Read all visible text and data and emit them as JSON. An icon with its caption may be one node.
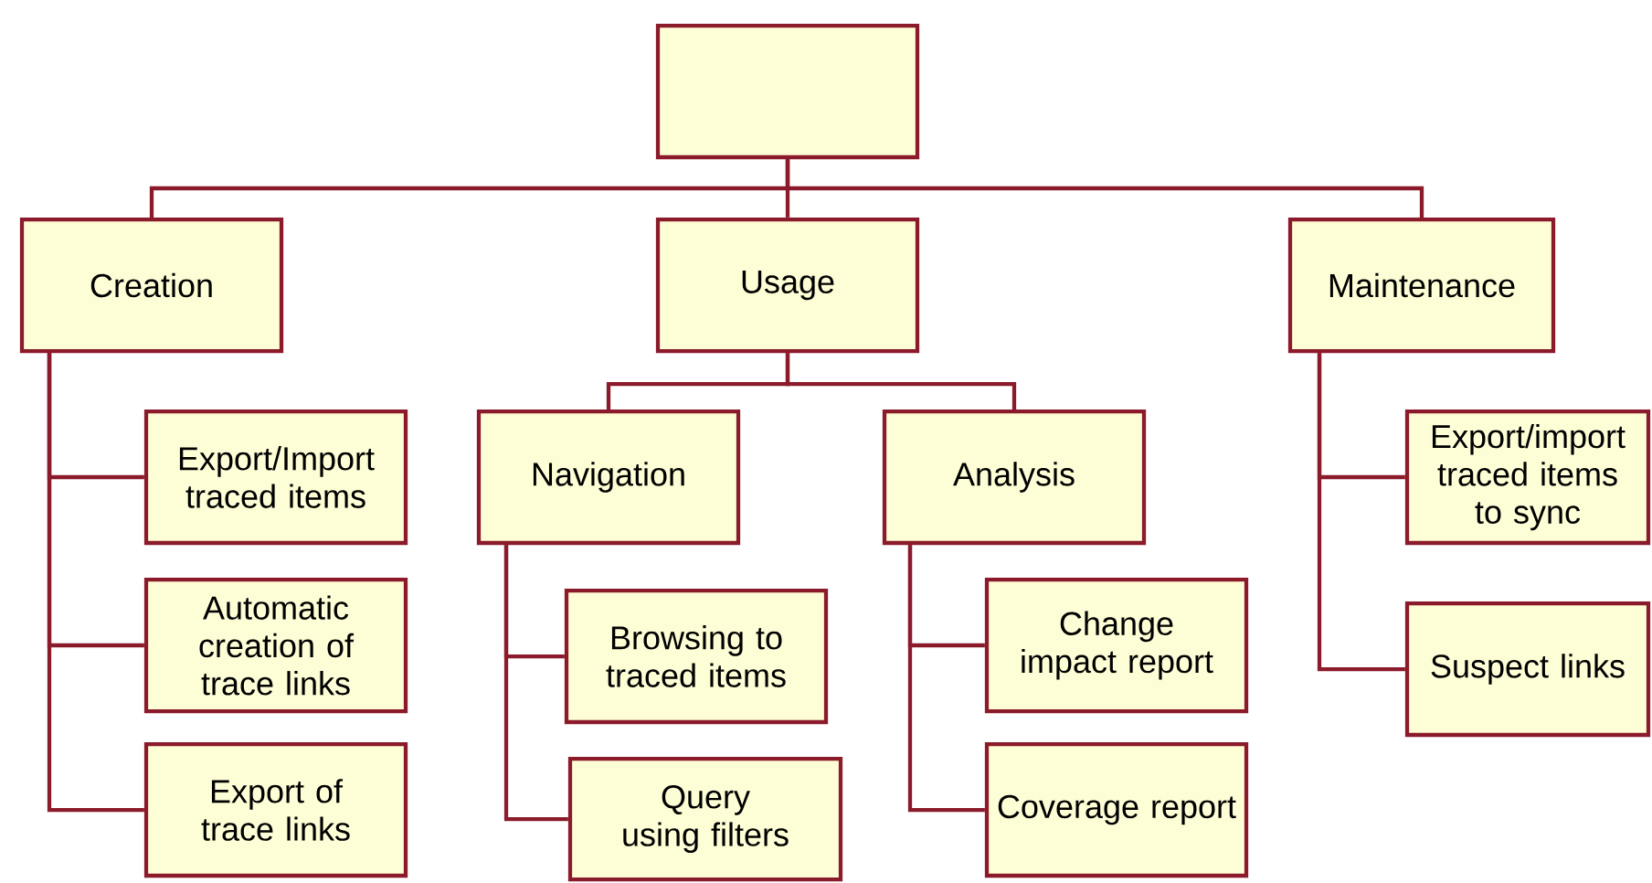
{
  "diagram": {
    "nodes": [
      {
        "text": [],
        "shape": "box"
      },
      {
        "text": [
          "Creation"
        ]
      },
      {
        "text": [
          "Usage"
        ]
      },
      {
        "text": [
          "Maintenance"
        ]
      },
      {
        "text": [
          "Export/Import traced items"
        ]
      },
      {
        "text": [
          "Automatic creation of trace links"
        ]
      },
      {
        "text": [
          "Export of trace links"
        ]
      },
      {
        "text": [
          "Navigation"
        ]
      },
      {
        "text": [
          "Analysis"
        ]
      },
      {
        "text": [
          "Browsing to traced items"
        ]
      },
      {
        "text": [
          "Query using filters"
        ]
      },
      {
        "text": [
          "Change impact report"
        ]
      },
      {
        "text": [
          "Coverage report"
        ]
      },
      {
        "text": [
          "Export/import traced items to sync"
        ]
      },
      {
        "text": [
          "Suspect links"
        ]
      }
    ],
    "edges": [
      {
        "from": 0,
        "to": 1,
        "arrow": "none"
      },
      {
        "from": 0,
        "to": 2,
        "arrow": "none"
      },
      {
        "from": 0,
        "to": 3,
        "arrow": "none"
      },
      {
        "from": 1,
        "to": 4,
        "arrow": "none"
      },
      {
        "from": 1,
        "to": 5,
        "arrow": "none"
      },
      {
        "from": 1,
        "to": 6,
        "arrow": "none"
      },
      {
        "from": 2,
        "to": 7,
        "arrow": "none"
      },
      {
        "from": 2,
        "to": 8,
        "arrow": "none"
      },
      {
        "from": 7,
        "to": 9,
        "arrow": "none"
      },
      {
        "from": 7,
        "to": 10,
        "arrow": "none"
      },
      {
        "from": 8,
        "to": 11,
        "arrow": "none"
      },
      {
        "from": 8,
        "to": 12,
        "arrow": "none"
      },
      {
        "from": 3,
        "to": 13,
        "arrow": "none"
      },
      {
        "from": 3,
        "to": 14,
        "arrow": "none"
      }
    ]
  }
}
